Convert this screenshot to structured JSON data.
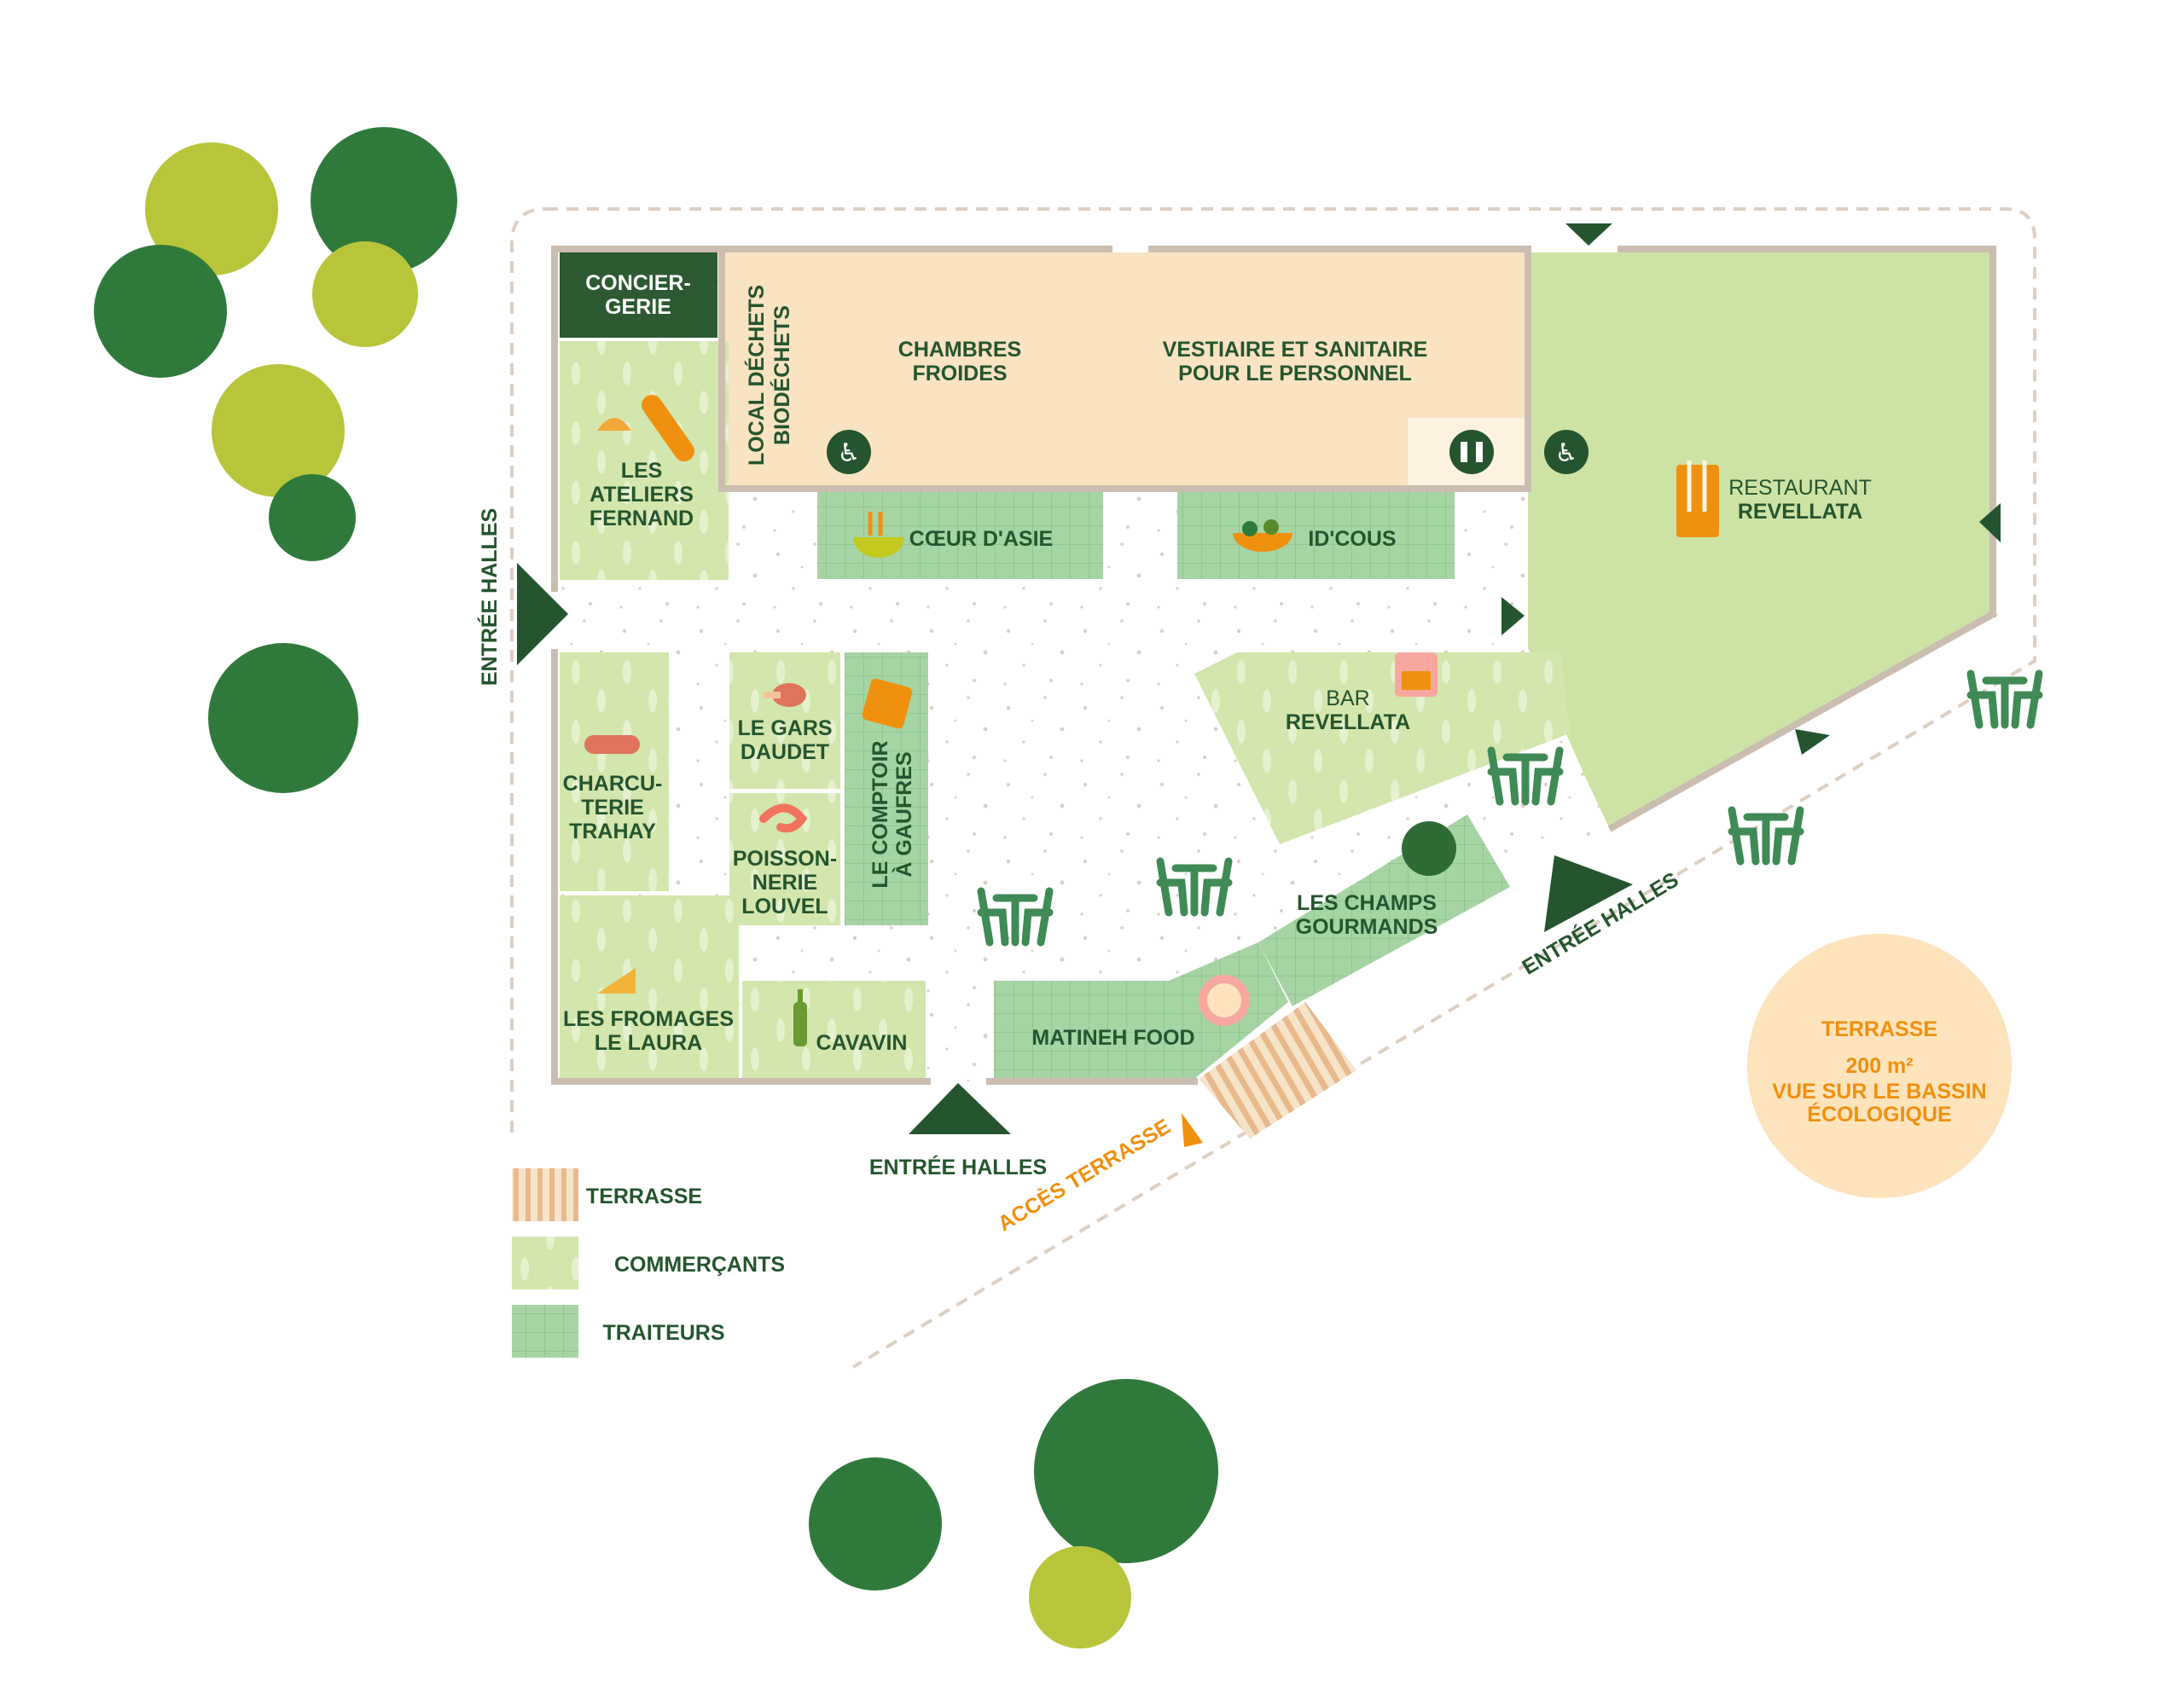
{
  "colors": {
    "dark_green": "#24552e",
    "commercants": "#d3e6ad",
    "traiteurs": "#a6d5a4",
    "service": "#f9e3c1",
    "restaurant": "#cde3a6",
    "wall": "#cbbdb0",
    "accent_orange": "#f0900f",
    "terrace_circle": "#fde4bc"
  },
  "rooms": {
    "conciergerie": [
      "CONCIER-",
      "GERIE"
    ],
    "local_dechets": [
      "LOCAL DÉCHETS",
      "BIODÉCHETS"
    ],
    "chambres_froides": [
      "CHAMBRES",
      "FROIDES"
    ],
    "vestiaire": [
      "VESTIAIRE ET SANITAIRE",
      "POUR LE PERSONNEL"
    ]
  },
  "shops": {
    "ateliers_fernand": [
      "LES",
      "ATELIERS",
      "FERNAND"
    ],
    "coeur_asie": [
      "CŒUR D'ASIE"
    ],
    "id_cous": [
      "ID'COUS"
    ],
    "restaurant": {
      "line1": "RESTAURANT",
      "line2": "REVELLATA"
    },
    "bar": {
      "line1": "BAR",
      "line2": "REVELLATA"
    },
    "charcuterie": [
      "CHARCU-",
      "TERIE",
      "TRAHAY"
    ],
    "gars_daudet": [
      "LE GARS",
      "DAUDET"
    ],
    "poissonnerie": [
      "POISSON-",
      "NERIE",
      "LOUVEL"
    ],
    "comptoir": [
      "LE COMPTOIR",
      "À GAUFRES"
    ],
    "fromages": [
      "LES FROMAGES",
      "LE LAURA"
    ],
    "cavavin": [
      "CAVAVIN"
    ],
    "matineh": [
      "MATINEH FOOD"
    ],
    "champs": [
      "LES CHAMPS",
      "GOURMANDS"
    ]
  },
  "entrances": {
    "west": "ENTRÉE HALLES",
    "south": "ENTRÉE HALLES",
    "southeast": "ENTRÉE HALLES"
  },
  "acces_terrasse": "ACCÈS TERRASSE",
  "terrace_badge": {
    "title": "TERRASSE",
    "area": "200 m²",
    "line1": "VUE SUR LE BASSIN",
    "line2": "ÉCOLOGIQUE"
  },
  "legend": [
    {
      "label": "TERRASSE"
    },
    {
      "label": "COMMERÇANTS"
    },
    {
      "label": "TRAITEURS"
    }
  ],
  "icons": {
    "wheelchair": "wheelchair-icon",
    "restroom": "restroom-icon",
    "bread": "bread-icon",
    "noodles": "noodle-bowl-icon",
    "salad": "salad-bowl-icon",
    "cutlery": "cutlery-icon",
    "cocktail": "cocktail-icon",
    "sausage": "sausage-icon",
    "ham": "ham-icon",
    "shrimp": "shrimp-icon",
    "waffle": "waffle-icon",
    "cheese": "cheese-icon",
    "wine": "wine-bottle-icon",
    "pizza": "pizza-icon",
    "leaf": "leaf-icon",
    "table": "table-chairs-icon",
    "tree": "tree-icon"
  }
}
